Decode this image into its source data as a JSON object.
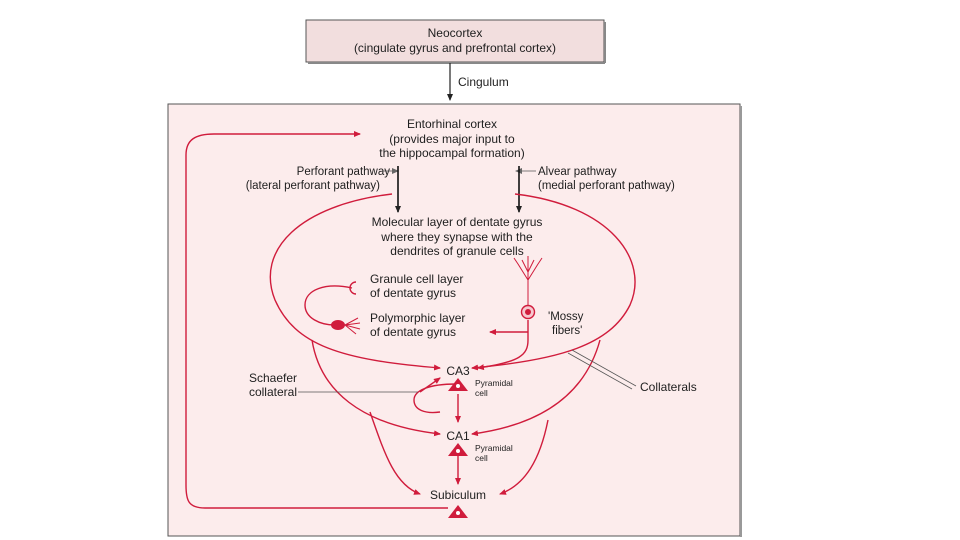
{
  "neocortex": {
    "title": "Neocortex",
    "subtitle": "(cingulate gyrus and prefrontal cortex)"
  },
  "cingulum_label": "Cingulum",
  "entorhinal": {
    "line1": "Entorhinal cortex",
    "line2": "(provides major input to",
    "line3": "the hippocampal formation)"
  },
  "perforant": {
    "line1": "Perforant pathway",
    "line2": "(lateral perforant pathway)"
  },
  "alvear": {
    "line1": "Alvear pathway",
    "line2": "(medial perforant pathway)"
  },
  "molecular": {
    "line1": "Molecular layer of dentate gyrus",
    "line2": "where they synapse with the",
    "line3": "dendrites of granule cells"
  },
  "granule": {
    "line1": "Granule cell layer",
    "line2": "of dentate gyrus"
  },
  "polymorphic": {
    "line1": "Polymorphic layer",
    "line2": "of dentate gyrus"
  },
  "mossy": {
    "line1": "'Mossy",
    "line2": "fibers'"
  },
  "ca3": "CA3",
  "ca1": "CA1",
  "subiculum": "Subiculum",
  "pyramidal_ca3": {
    "line1": "Pyramidal",
    "line2": "cell"
  },
  "pyramidal_ca1": {
    "line1": "Pyramidal",
    "line2": "cell"
  },
  "schaefer": {
    "line1": "Schaefer",
    "line2": "collateral"
  },
  "collaterals": "Collaterals",
  "colors": {
    "pathway": "#d01c3c",
    "panel_bg": "#fcecec",
    "panel_border": "#555555",
    "box_bg": "#f2dede",
    "text": "#1e1e1e"
  }
}
